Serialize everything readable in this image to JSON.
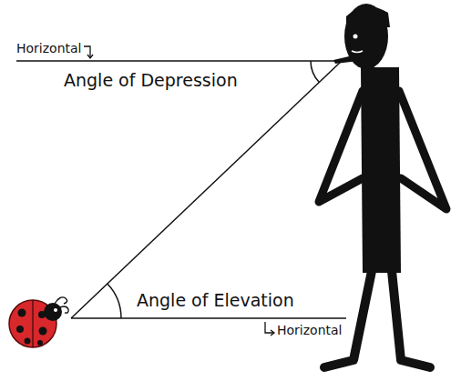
{
  "diagram": {
    "labels": [
      "Horizontal",
      "Angle of Depression",
      "Angle of Elevation",
      "Horizontal"
    ]
  }
}
